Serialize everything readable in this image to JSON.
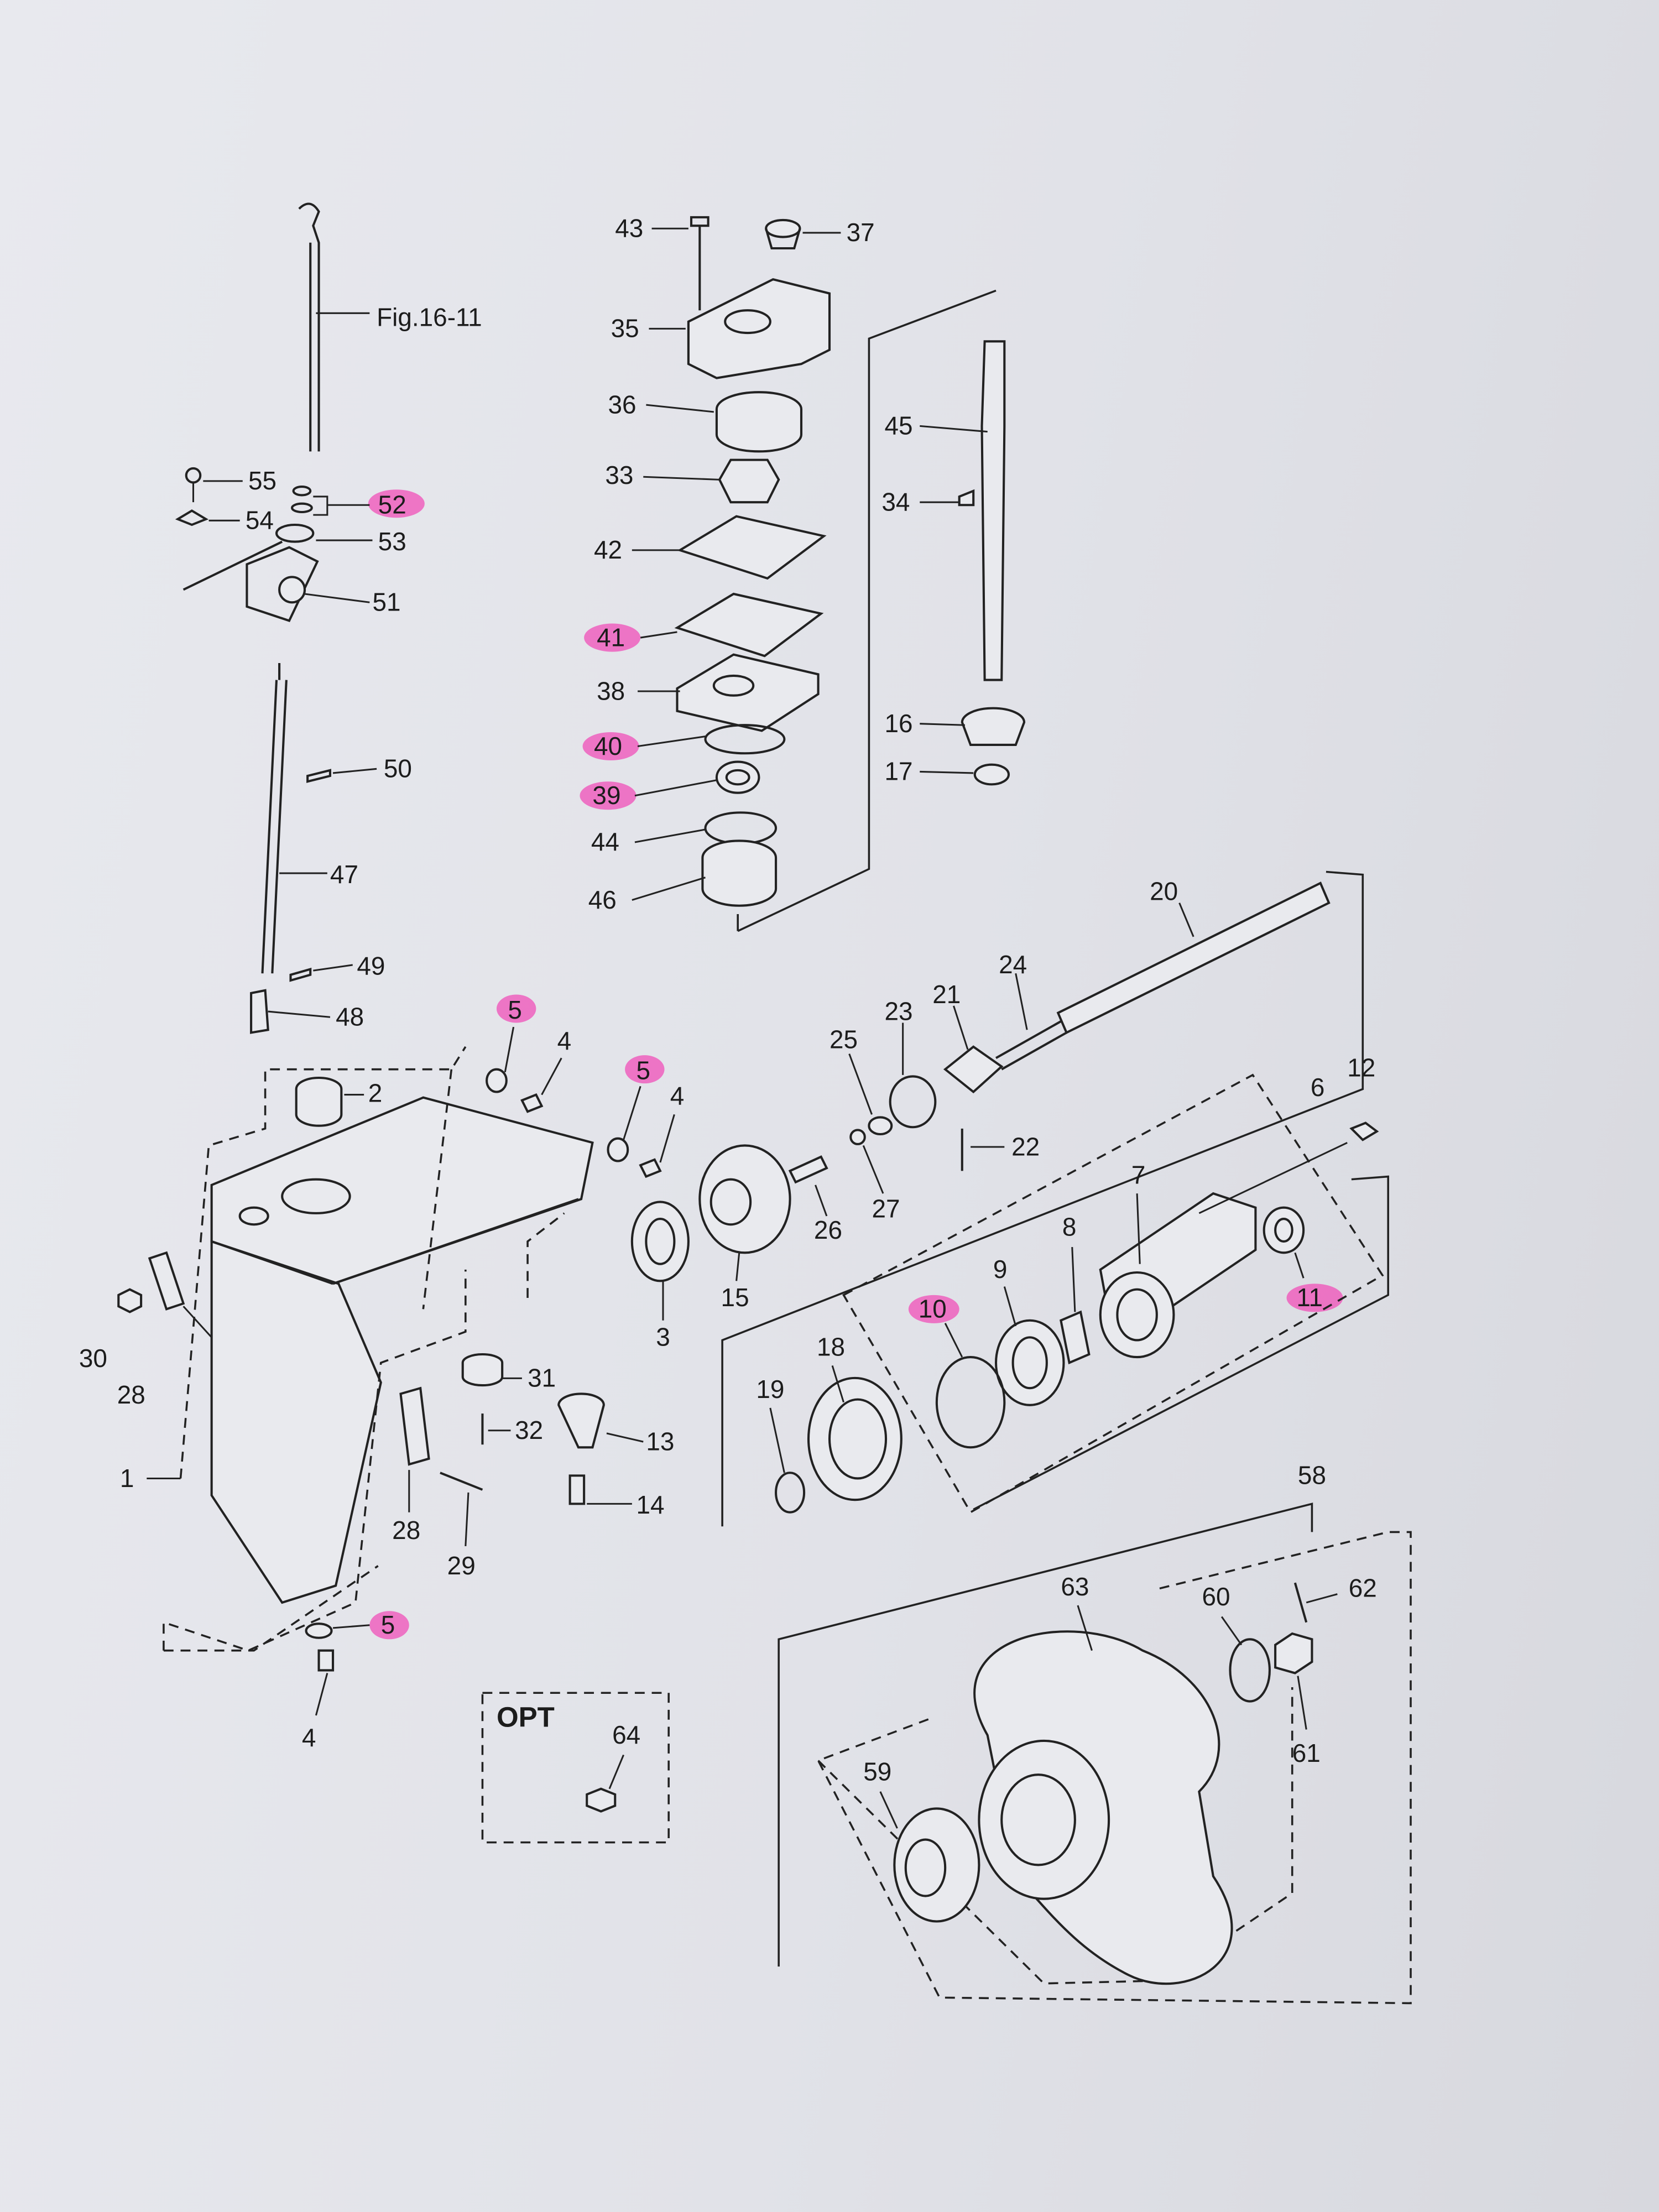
{
  "figure_ref": "Fig.16-11",
  "optional_box_label": "OPT",
  "callouts": [
    "55",
    "52",
    "54",
    "53",
    "51",
    "43",
    "37",
    "35",
    "36",
    "33",
    "42",
    "41",
    "38",
    "40",
    "39",
    "44",
    "46",
    "45",
    "34",
    "16",
    "17",
    "50",
    "47",
    "49",
    "48",
    "20",
    "24",
    "21",
    "23",
    "25",
    "5",
    "4",
    "5",
    "4",
    "2",
    "6",
    "12",
    "22",
    "27",
    "26",
    "15",
    "3",
    "7",
    "8",
    "9",
    "10",
    "11",
    "18",
    "19",
    "30",
    "28",
    "31",
    "32",
    "13",
    "28",
    "29",
    "14",
    "1",
    "5",
    "4",
    "58",
    "63",
    "60",
    "62",
    "61",
    "59",
    "64"
  ],
  "highlighted_callouts": [
    "52",
    "41",
    "40",
    "39",
    "5",
    "10",
    "11"
  ],
  "highlight_color": "#f04fb8"
}
